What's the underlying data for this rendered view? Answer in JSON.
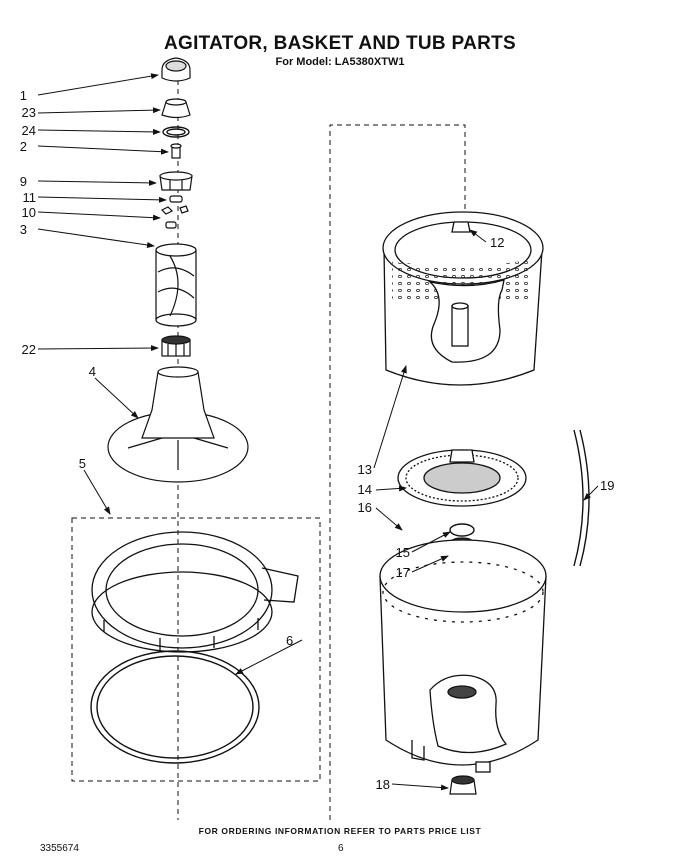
{
  "title": "AGITATOR, BASKET AND TUB PARTS",
  "subtitle": "For Model: LA5380XTW1",
  "footer_note": "FOR ORDERING INFORMATION REFER TO PARTS PRICE LIST",
  "doc_number": "3355674",
  "page_number": "6",
  "callouts": [
    "1",
    "23",
    "24",
    "2",
    "9",
    "11",
    "10",
    "3",
    "22",
    "4",
    "5",
    "6",
    "12",
    "13",
    "14",
    "16",
    "15",
    "17",
    "19",
    "18"
  ]
}
